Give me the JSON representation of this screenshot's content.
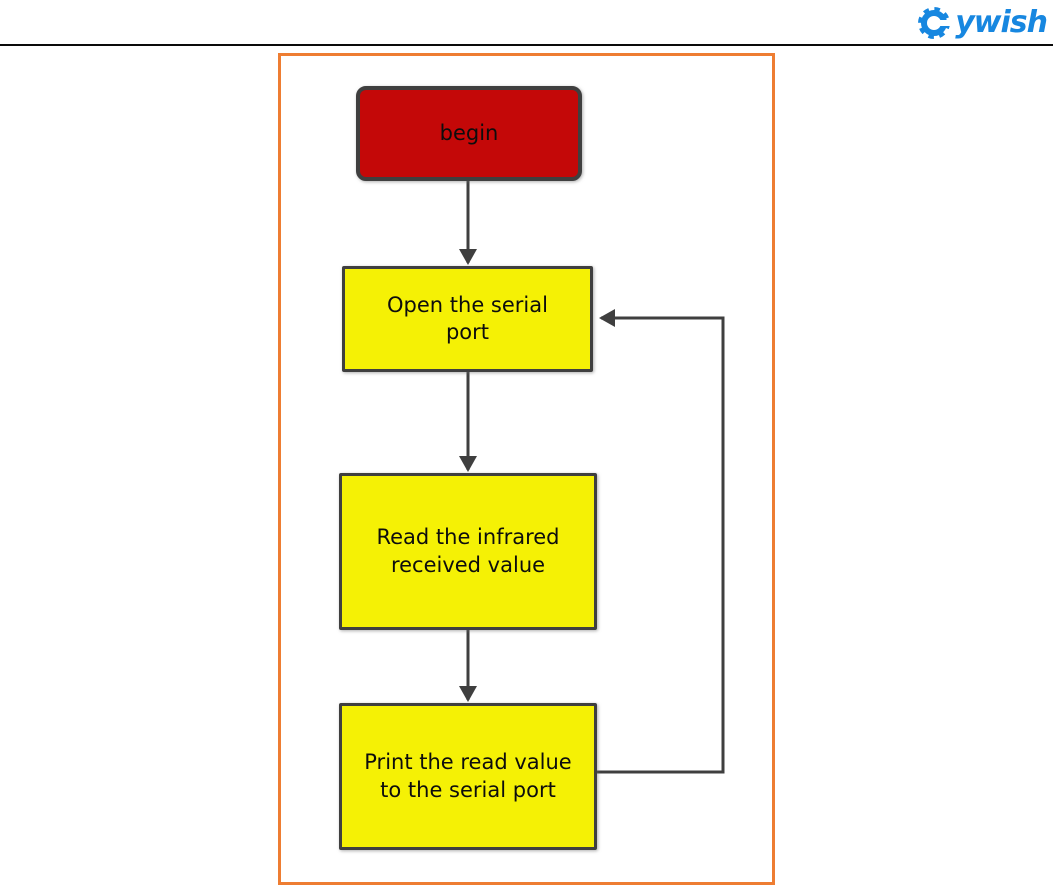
{
  "header": {
    "brand": "Keywish",
    "logo_text": "ywish",
    "logo_color": "#1787E0",
    "divider_color": "#0A0A0A"
  },
  "flowchart": {
    "frame_color": "#EE7D32",
    "connector_color": "#3F3F3F",
    "text_color": "#0D0D0D",
    "nodes": [
      {
        "id": "begin",
        "label": "begin",
        "shape": "rounded-rectangle",
        "fill": "#C40808",
        "border_color": "#3F3F3F"
      },
      {
        "id": "open-serial-port",
        "label": "Open the serial\nport",
        "shape": "rectangle",
        "fill": "#F5F105",
        "border_color": "#3F3F3F"
      },
      {
        "id": "read-infrared-value",
        "label": "Read the infrared\nreceived value",
        "shape": "rectangle",
        "fill": "#F5F105",
        "border_color": "#3F3F3F"
      },
      {
        "id": "print-read-value",
        "label": "Print the read value\nto the serial port",
        "shape": "rectangle",
        "fill": "#F5F105",
        "border_color": "#3F3F3F"
      }
    ],
    "edges": [
      {
        "from": "begin",
        "to": "open-serial-port",
        "type": "straight-arrow-down"
      },
      {
        "from": "open-serial-port",
        "to": "read-infrared-value",
        "type": "straight-arrow-down"
      },
      {
        "from": "read-infrared-value",
        "to": "print-read-value",
        "type": "straight-arrow-down"
      },
      {
        "from": "print-read-value",
        "to": "open-serial-port",
        "type": "loop-back-arrow-right-side"
      }
    ]
  }
}
